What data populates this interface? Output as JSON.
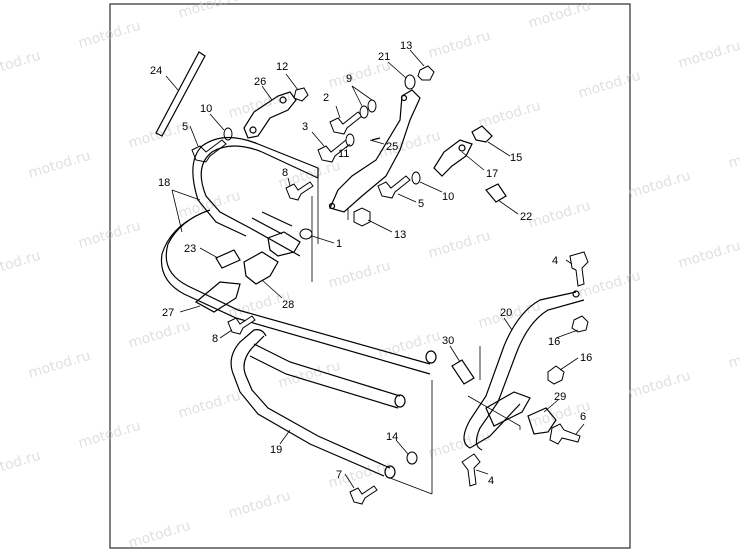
{
  "watermark": "motod.ru",
  "callouts": [
    "1",
    "2",
    "3",
    "4",
    "4",
    "5",
    "5",
    "6",
    "7",
    "8",
    "8",
    "9",
    "10",
    "10",
    "11",
    "12",
    "13",
    "13",
    "14",
    "15",
    "16",
    "16",
    "17",
    "18",
    "19",
    "20",
    "21",
    "22",
    "23",
    "24",
    "25",
    "26",
    "27",
    "28",
    "29",
    "30"
  ]
}
